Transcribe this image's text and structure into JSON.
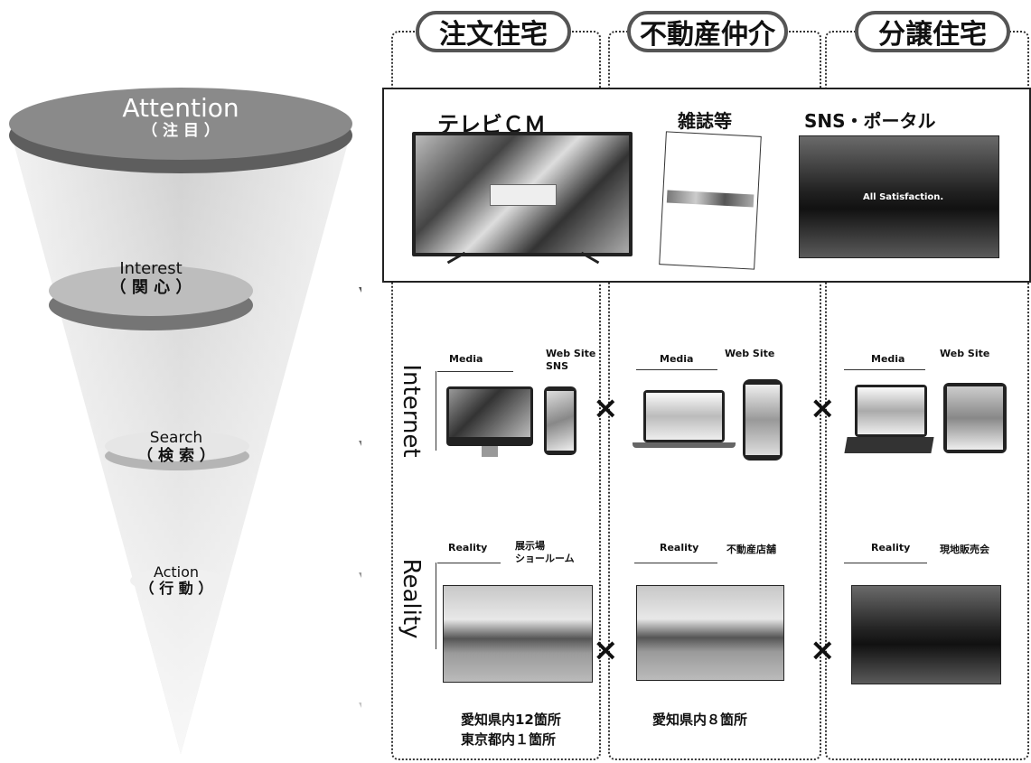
{
  "funnel": {
    "attention": {
      "en": "Attention",
      "jp": "（ 注 目 ）"
    },
    "interest": {
      "en": "Interest",
      "jp": "（ 関 心 ）"
    },
    "search": {
      "en": "Search",
      "jp": "（ 検 索 ）"
    },
    "action": {
      "en": "Action",
      "jp": "（ 行 動 ）"
    }
  },
  "columns": [
    {
      "title": "注文住宅"
    },
    {
      "title": "不動産仲介"
    },
    {
      "title": "分譲住宅"
    }
  ],
  "mass_media": {
    "tv": "テレビＣＭ",
    "magazine": "雑誌等",
    "sns_portal": "SNS・ポータル",
    "sns_screen_text": "All Satisfaction."
  },
  "rows": {
    "internet": "Internet",
    "reality": "Reality"
  },
  "internet_labels": [
    {
      "media": "Media",
      "site": "Web Site",
      "site2": "SNS"
    },
    {
      "media": "Media",
      "site": "Web Site"
    },
    {
      "media": "Media",
      "site": "Web Site"
    }
  ],
  "reality_labels": [
    {
      "reality": "Reality",
      "place": "展示場",
      "place2": "ショールーム"
    },
    {
      "reality": "Reality",
      "place": "不動産店舗"
    },
    {
      "reality": "Reality",
      "place": "現地販売会"
    }
  ],
  "locations": [
    {
      "line1": "愛知県内12箇所",
      "line2": "東京都内１箇所"
    },
    {
      "line1": "愛知県内８箇所"
    }
  ],
  "cross_symbol": "×"
}
